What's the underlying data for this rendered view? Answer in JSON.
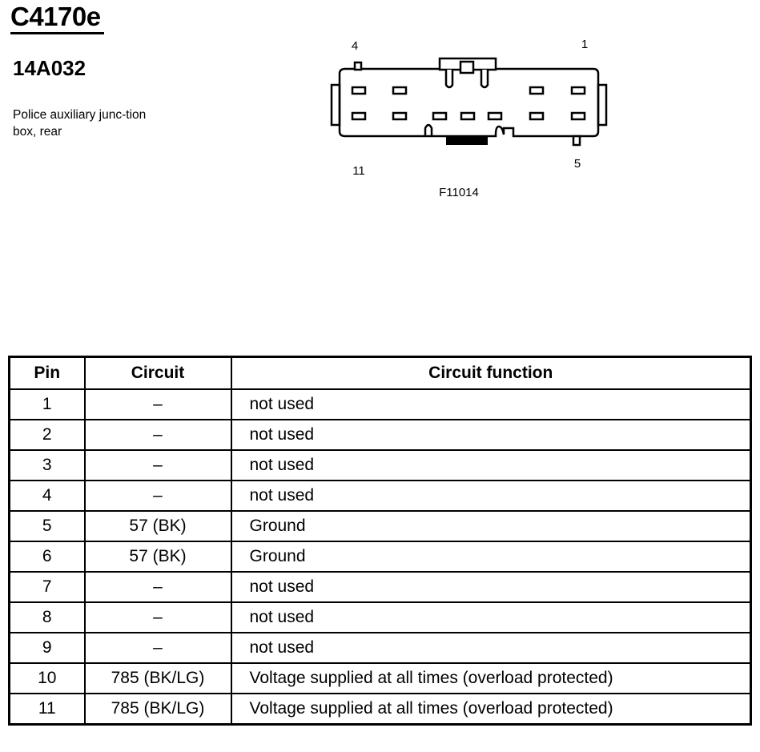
{
  "header": {
    "connector_id": "C4170e",
    "part_number": "14A032",
    "description": "Police auxiliary junc-tion box, rear"
  },
  "diagram": {
    "pin_label_4": "4",
    "pin_label_1": "1",
    "pin_label_11": "11",
    "pin_label_5": "5",
    "figure_id": "F11014"
  },
  "table": {
    "headers": {
      "pin": "Pin",
      "circuit": "Circuit",
      "function": "Circuit function"
    },
    "rows": [
      {
        "pin": "1",
        "circuit": "–",
        "function": "not used"
      },
      {
        "pin": "2",
        "circuit": "–",
        "function": "not used"
      },
      {
        "pin": "3",
        "circuit": "–",
        "function": "not used"
      },
      {
        "pin": "4",
        "circuit": "–",
        "function": "not used"
      },
      {
        "pin": "5",
        "circuit": "57 (BK)",
        "function": "Ground"
      },
      {
        "pin": "6",
        "circuit": "57 (BK)",
        "function": "Ground"
      },
      {
        "pin": "7",
        "circuit": "–",
        "function": "not used"
      },
      {
        "pin": "8",
        "circuit": "–",
        "function": "not used"
      },
      {
        "pin": "9",
        "circuit": "–",
        "function": "not used"
      },
      {
        "pin": "10",
        "circuit": "785 (BK/LG)",
        "function": "Voltage supplied at all times (overload protected)"
      },
      {
        "pin": "11",
        "circuit": "785 (BK/LG)",
        "function": "Voltage supplied at all times (overload protected)"
      }
    ]
  }
}
